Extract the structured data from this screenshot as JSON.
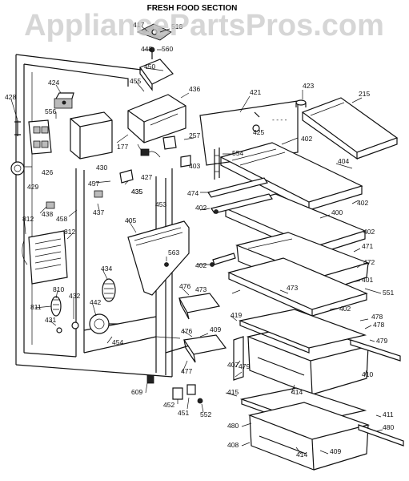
{
  "header": {
    "section_title": "FRESH FOOD SECTION"
  },
  "watermark": {
    "text": "AppliancePartsPros.com"
  },
  "part_labels": [
    "417",
    "518",
    "448",
    "560",
    "450",
    "424",
    "455",
    "436",
    "421",
    "423",
    "215",
    "428",
    "556",
    "177",
    "257",
    "425",
    "554",
    "402",
    "404",
    "426",
    "430",
    "427",
    "403",
    "435",
    "429",
    "457",
    "435",
    "474",
    "402",
    "402",
    "437",
    "453",
    "438",
    "458",
    "812",
    "812",
    "400",
    "405",
    "402",
    "563",
    "471",
    "472",
    "434",
    "810",
    "402",
    "401",
    "551",
    "811",
    "432",
    "476",
    "473",
    "442",
    "431",
    "476",
    "409",
    "419",
    "473",
    "402",
    "478",
    "478",
    "479",
    "454",
    "477",
    "479",
    "407",
    "410",
    "609",
    "414",
    "452",
    "415",
    "411",
    "451",
    "552",
    "480",
    "480",
    "408",
    "414",
    "409"
  ]
}
